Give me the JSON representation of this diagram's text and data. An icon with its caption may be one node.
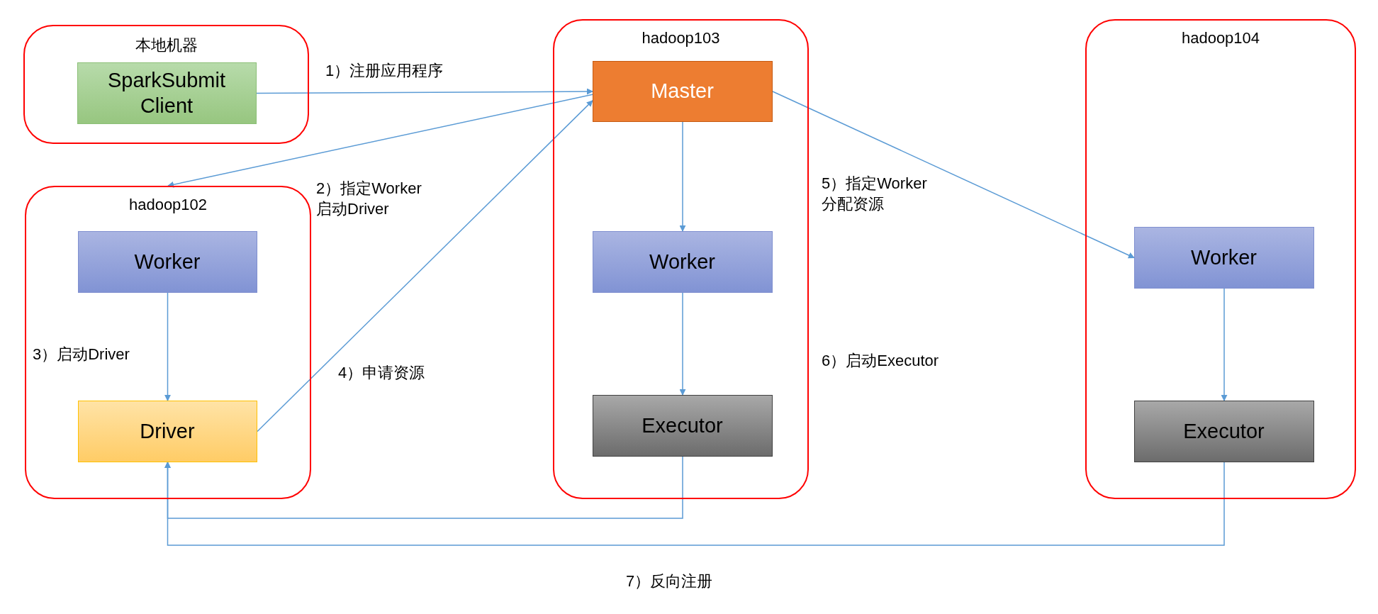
{
  "diagram": {
    "nodes": [
      {
        "text": [
          "本地机器"
        ]
      },
      {
        "text": [
          "SparkSubmit Client"
        ],
        "in": 0
      },
      {
        "text": [
          "hadoop103"
        ]
      },
      {
        "text": [
          "Master"
        ],
        "in": 2
      },
      {
        "text": [
          "Worker"
        ],
        "in": 2
      },
      {
        "text": [
          "Executor"
        ],
        "in": 2
      },
      {
        "text": [
          "hadoop104"
        ]
      },
      {
        "text": [
          "Worker"
        ],
        "in": 6
      },
      {
        "text": [
          "Executor"
        ],
        "in": 6
      },
      {
        "text": [
          "hadoop102"
        ]
      },
      {
        "text": [
          "Worker"
        ],
        "in": 9
      },
      {
        "text": [
          "Driver"
        ],
        "in": 9
      }
    ],
    "edges": [
      {
        "from": 1,
        "to": 3,
        "arrow": "to",
        "label": "1）注册应用程序"
      },
      {
        "from": 3,
        "to": 9,
        "arrow": "to",
        "label": "2）指定Worker 启动Driver"
      },
      {
        "from": 10,
        "to": 11,
        "arrow": "to",
        "label": "3）启动Driver"
      },
      {
        "from": 11,
        "to": 3,
        "arrow": "to",
        "label": "4）申请资源"
      },
      {
        "from": 3,
        "to": 4,
        "arrow": "to"
      },
      {
        "from": 3,
        "to": 7,
        "arrow": "to",
        "label": "5）指定Worker 分配资源"
      },
      {
        "from": 4,
        "to": 5,
        "arrow": "to"
      },
      {
        "from": 7,
        "to": 8,
        "arrow": "to"
      },
      {
        "from": 5,
        "to": 11,
        "arrow": "to"
      },
      {
        "from": 8,
        "to": 11,
        "arrow": "to",
        "label": "7）反向注册"
      }
    ],
    "labels": [
      "6）启动Executor"
    ]
  }
}
